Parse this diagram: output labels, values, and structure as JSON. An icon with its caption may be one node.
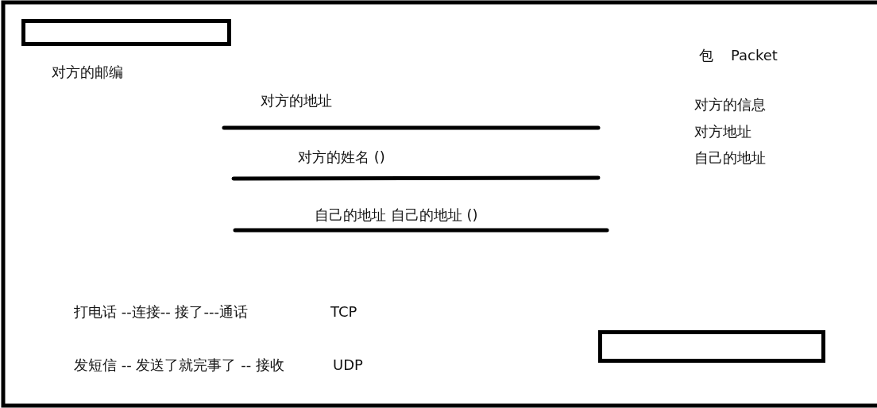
{
  "diagram": {
    "nodes": [
      {
        "text": [],
        "shape": "box"
      },
      {
        "text": [],
        "shape": "box"
      }
    ],
    "labels": [
      "包",
      "Packet",
      "对方的邮编",
      "对方的地址",
      "对方的信息",
      "对方地址",
      "对方的姓名 ()",
      "自己的地址",
      "自己的地址 自己的地址 ()",
      "打电话 --连接-- 接了---通话",
      "TCP",
      "发短信 -- 发送了就完事了 -- 接收",
      "UDP"
    ]
  }
}
